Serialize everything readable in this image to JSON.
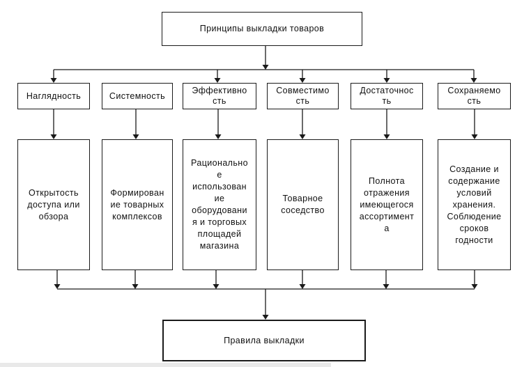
{
  "diagram": {
    "title": "Принципы выкладки товаров",
    "root": {
      "label": "Принципы выкладки товаров"
    },
    "principles": [
      {
        "label": "Наглядность",
        "detail": "Открытость\nдоступа или\nобзора"
      },
      {
        "label": "Системность",
        "detail": "Формирован\nие товарных\nкомплексов"
      },
      {
        "label": "Эффективно\nсть",
        "detail": "Рационально\nе\nиспользован\nие\nоборудовани\nя и торговых\nплощадей\nмагазина"
      },
      {
        "label": "Совместимо\nсть",
        "detail": "Товарное\nсоседство"
      },
      {
        "label": "Достаточнос\nть",
        "detail": "Полнота\nотражения\nимеющегося\nассортимент\nа"
      },
      {
        "label": "Сохраняемо\nсть",
        "detail": "Создание и\nсодержание\nусловий\nхранения.\nСоблюдение\nсроков\nгодности"
      }
    ],
    "result": {
      "label": "Правила выкладки"
    },
    "colors": {
      "line": "#1a1a1a",
      "background": "#ffffff",
      "box_fill": "#ffffff"
    }
  }
}
